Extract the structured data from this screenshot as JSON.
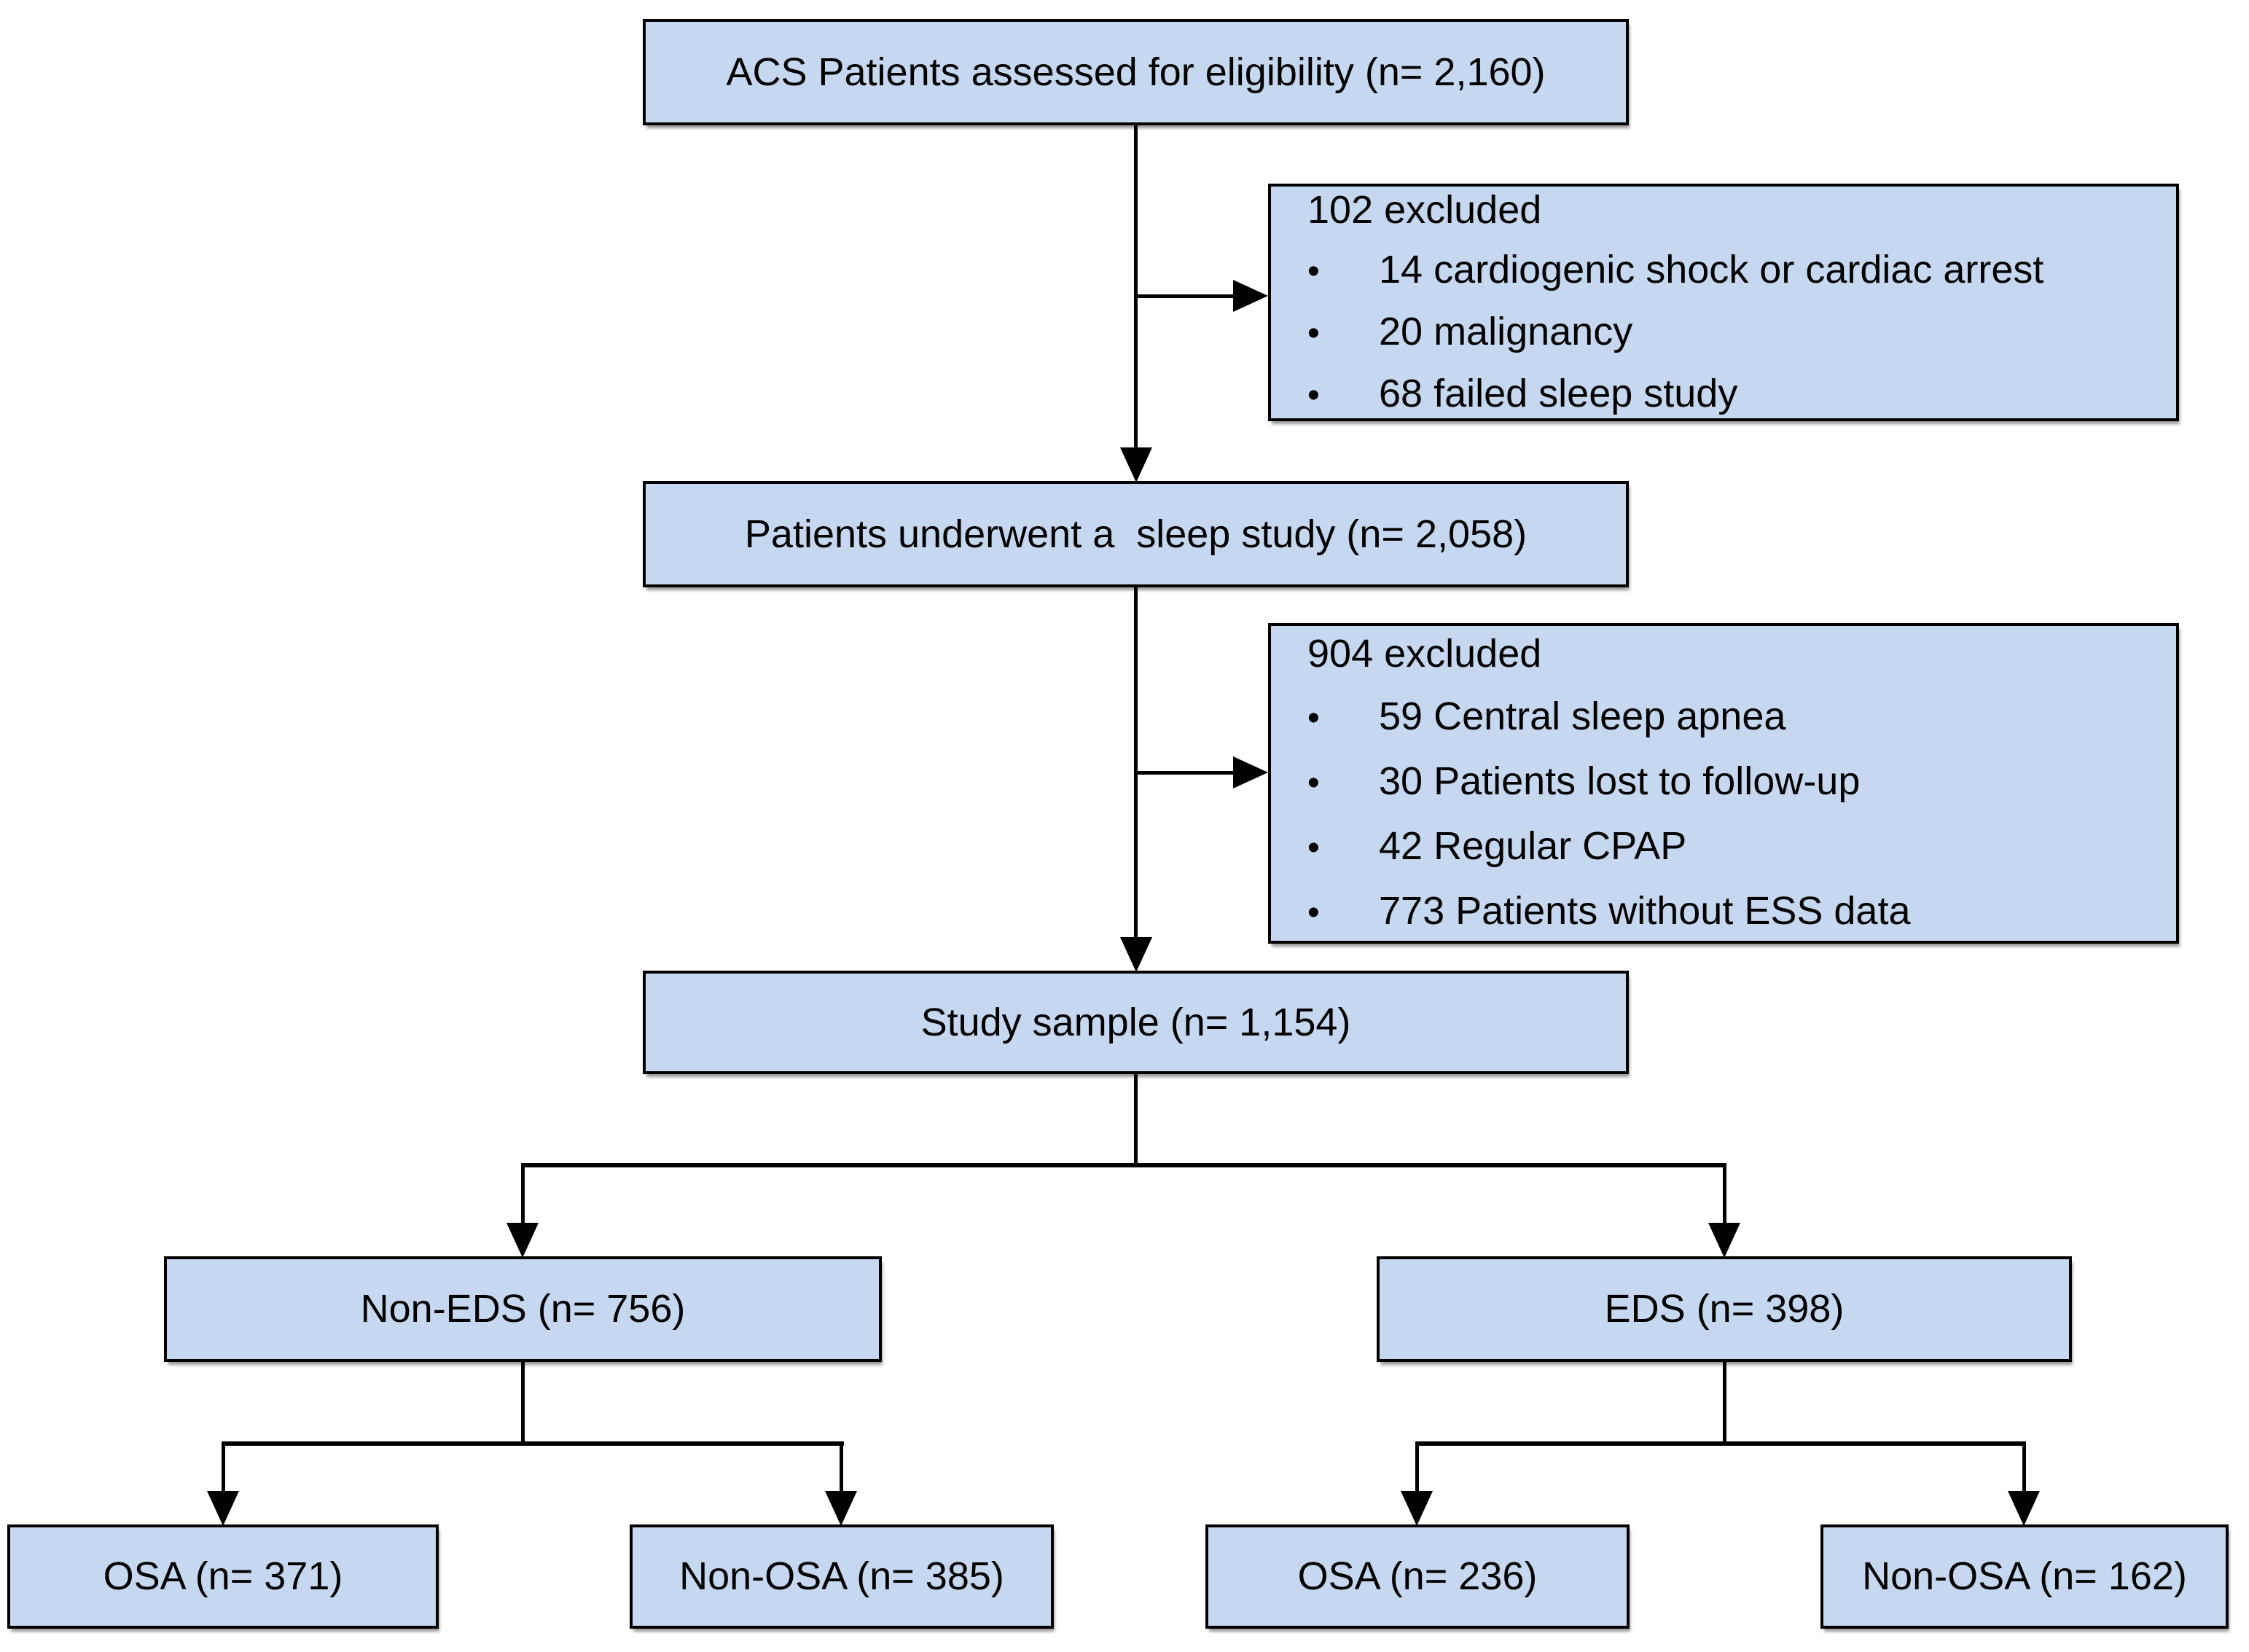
{
  "diagram": {
    "type": "patient-flow-chart",
    "colors": {
      "box_fill": "#c6d8f0",
      "box_border": "#000000",
      "connector": "#000000",
      "background": "#ffffff"
    },
    "bullet_glyph": "•",
    "nodes": {
      "eligibility": "ACS Patients assessed for eligibility (n= 2,160)",
      "sleep_study": "Patients underwent a  sleep study (n= 2,058)",
      "study_sample": "Study sample (n= 1,154)",
      "non_eds": "Non-EDS (n= 756)",
      "eds": "EDS (n= 398)",
      "non_eds_osa": "OSA (n= 371)",
      "non_eds_non_osa": "Non-OSA (n= 385)",
      "eds_osa": "OSA (n= 236)",
      "eds_non_osa": "Non-OSA (n= 162)"
    },
    "exclusions": [
      {
        "title": "102 excluded",
        "items": [
          "14 cardiogenic shock or cardiac arrest",
          "20 malignancy",
          "68 failed sleep study"
        ]
      },
      {
        "title": "904 excluded",
        "items": [
          "59 Central sleep apnea",
          "30 Patients lost to follow-up",
          "42 Regular CPAP",
          "773 Patients without ESS data"
        ]
      }
    ]
  }
}
